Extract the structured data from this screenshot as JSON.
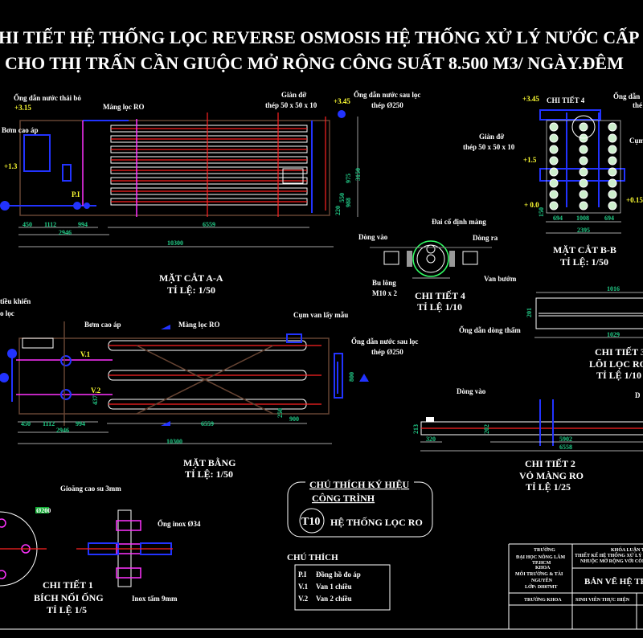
{
  "title": {
    "line1": "HI TIẾT HỆ THỐNG LỌC REVERSE OSMOSIS  HỆ THỐNG XỬ LÝ NƯỚC CẤP",
    "line2": "CHO THỊ TRẤN CẦN GIUỘC MỞ RỘNG CÔNG SUẤT 8.500 M3/ NGÀY.ĐÊM"
  },
  "section_aa": {
    "waste_pipe": "Ống dẫn nước thải bỏ",
    "elev_315": "+3.15",
    "ro_membrane": "Màng lọc RO",
    "frame_1": "Giàn đỡ",
    "frame_2": "thép 50 x 50 x 10",
    "elev_345": "+3.45",
    "outlet_1": "Ống dẫn nước sau lọc",
    "outlet_2": "thép Ø250",
    "pump": "Bơm cao áp",
    "elev_13": "+1.3",
    "pi": "P.I",
    "dims": {
      "d450": "450",
      "d1112": "1112",
      "d994": "994",
      "d2946": "2946",
      "d6559": "6559",
      "d10300": "10300",
      "v3150": "3150",
      "v975": "975",
      "v550": "550",
      "v988": "988",
      "v220": "220"
    },
    "name": "MẶT CẮT A-A",
    "scale": "TỈ LỆ: 1/50"
  },
  "section_bb": {
    "elev_345": "+3.45",
    "detail4": "CHI TIẾT 4",
    "pipe": "Ống dẫn",
    "pipe2": "thé",
    "frame_1": "Giàn đỡ",
    "frame_2": "thép 50 x 50 x 10",
    "elev_15": "+1.5",
    "cum": "Cụm",
    "elev_00": "+ 0.0",
    "elev_015": "+0.15",
    "dims": {
      "a": "694",
      "b": "1008",
      "c": "694",
      "total": "2395",
      "v150": "150"
    },
    "name": "MẶT CẮT B-B",
    "scale": "TỈ LỆ: 1/50"
  },
  "detail4": {
    "band": "Đai cố định màng",
    "inflow": "Dòng vào",
    "outflow": "Dòng ra",
    "bolt_1": "Bu lông",
    "bolt_2": "M10 x 2",
    "valve": "Van bướm",
    "name": "CHI TIẾT 4",
    "scale": "TỈ LỆ 1/10"
  },
  "detail3": {
    "d1016": "1016",
    "d1029": "1029",
    "d201": "201",
    "permeate": "Ống dẫn dòng thấm",
    "name": "CHI TIẾT 3",
    "sub": "LÕI LỌC RO",
    "scale": "TỈ LỆ 1/10"
  },
  "plan": {
    "controller": "tiều khiển",
    "controller2": "o lọc",
    "pump": "Bơm cao áp",
    "ro_membrane": "Màng lọc RO",
    "sample_valve": "Cụm van lấy mẫu",
    "outlet_1": "Ống dẫn nước sau lọc",
    "outlet_2": "thép Ø250",
    "v1": "V.1",
    "v2": "V.2",
    "dims": {
      "d450": "450",
      "d1112": "1112",
      "d994": "994",
      "d2946": "2946",
      "d6559": "6559",
      "d10300": "10300",
      "d900": "900",
      "d800": "800",
      "d437": "437",
      "d250": "250"
    },
    "name": "MẶT BẰNG",
    "scale": "TỈ LỆ: 1/50"
  },
  "detail2": {
    "inflow": "Dòng vào",
    "d213": "213",
    "d202": "202",
    "d320": "320",
    "d5902": "5902",
    "d6558": "6558",
    "cut": "D",
    "name": "CHI TIẾT 2",
    "sub": "VỎ MÀNG RO",
    "scale": "TỈ LỆ 1/25"
  },
  "detail1": {
    "gasket": "Gioăng cao su 3mm",
    "dia": "Ø200",
    "pipe": "Ống inox Ø34",
    "plate": "Inox tấm 9mm",
    "name": "CHI TIẾT 1",
    "sub": "BÍCH NỐI ỐNG",
    "scale": "TỈ LỆ 1/5"
  },
  "symbol_legend": {
    "title_1": "CHÚ THÍCH KÝ HIỆU",
    "title_2": "CÔNG TRÌNH",
    "code": "T10",
    "label": "HỆ THỐNG LỌC RO"
  },
  "notes": {
    "title": "CHÚ THÍCH",
    "items": [
      {
        "code": "P.I",
        "text": "Đồng hồ đo áp"
      },
      {
        "code": "V.1",
        "text": "Van 1 chiều"
      },
      {
        "code": "V.2",
        "text": "Van 2 chiều"
      }
    ]
  },
  "title_block": {
    "school_1": "TRƯỜNG",
    "school_2": "ĐẠI HỌC NÔNG LÂM",
    "school_3": "TP.HCM",
    "faculty_1": "KHOA",
    "faculty_2": "MÔI TRƯỜNG & TÀI",
    "faculty_3": "NGUYÊN",
    "class": "LỚP: DH07MT",
    "thesis_1": "KHÓA LUẬN TỐT",
    "thesis_2": "THIẾT KẾ HỆ THỐNG XỬ LÝ NƯỚC",
    "thesis_3": "NHUỘC MỞ RỘNG VỚI CÔNG SUẤT",
    "drawing": "BẢN VẼ HỆ THỐ",
    "dean": "TRƯỞNG KHOA",
    "student": "SINH VIÊN THỰC HIỆN"
  }
}
